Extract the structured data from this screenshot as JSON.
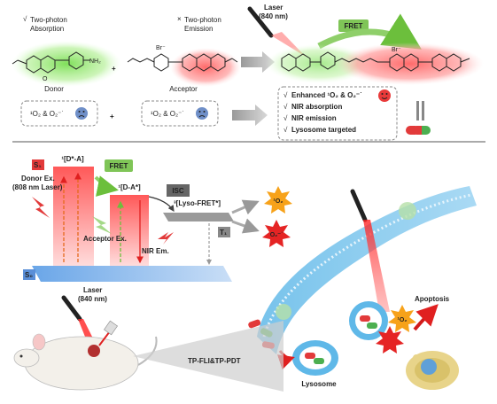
{
  "top": {
    "donor_check": "√",
    "donor_prop_1": "Two-photon",
    "donor_prop_2": "Absorption",
    "acceptor_cross": "×",
    "acceptor_prop_1": "Two-photon",
    "acceptor_prop_2": "Emission",
    "donor_label": "Donor",
    "acceptor_label": "Acceptor",
    "nh2": "NH₂",
    "br": "Br⁻",
    "laser_1": "Laser",
    "laser_2": "(840 nm)",
    "fret": "FRET",
    "donor_ros": "¹O₂ & O₂⁻˙",
    "acceptor_ros": "¹O₂ & O₂⁻˙",
    "benefits": [
      "Enhanced ¹O₂ & O₂⁻˙",
      "NIR absorption",
      "NIR emission",
      "Lysosome targeted"
    ],
    "checkmark": "√"
  },
  "energy": {
    "s1": "S₁",
    "s0": "S₀",
    "t1": "T₁",
    "state_da": "¹[D*-A]",
    "state_da_star": "¹[D-A*]",
    "state_lyso": "³[Lyso-FRET*]",
    "fret": "FRET",
    "isc": "ISC",
    "donor_ex_1": "Donor Ex.",
    "donor_ex_2": "(808 nm Laser)",
    "acceptor_ex": "Acceptor Ex.",
    "nir_em": "NIR Em.",
    "ros_1o2": "¹O₂",
    "ros_o2": "O₂⁻˙"
  },
  "bottom": {
    "laser_1": "Laser",
    "laser_2": "(840 nm)",
    "tp_label": "TP-FLI&TP-PDT",
    "lysosome": "Lysosome",
    "apoptosis": "Apoptosis",
    "ros_1o2": "¹O₂"
  }
}
